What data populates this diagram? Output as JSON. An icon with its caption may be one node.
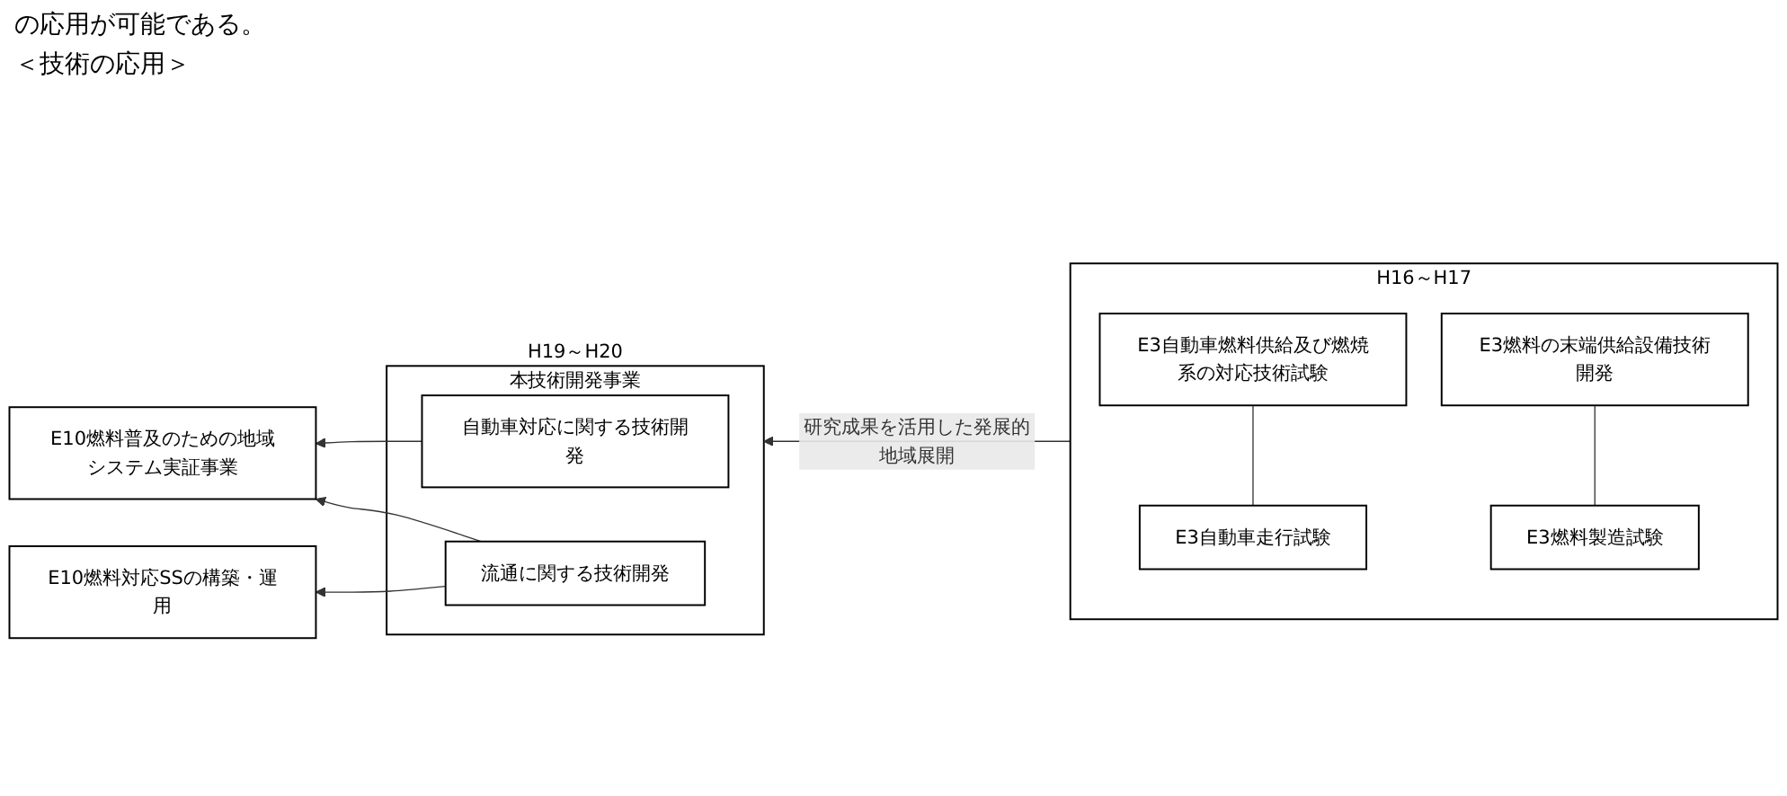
{
  "diagram": {
    "nodes": [
      {
        "text": [
          "E10燃料普及のための地域システム実証事業"
        ]
      },
      {
        "text": [
          "E10燃料対応SSの構築・運用"
        ]
      },
      {
        "text": [
          "H19～H20",
          "本技術開発事業"
        ]
      },
      {
        "text": [
          "自動車対応に関する技術開発"
        ],
        "in": 2
      },
      {
        "text": [
          "流通に関する技術開発"
        ],
        "in": 2
      },
      {
        "text": [
          "H16～H17"
        ]
      },
      {
        "text": [
          "E3自動車燃料供給及び燃焼系の対応技術試験"
        ],
        "in": 5
      },
      {
        "text": [
          "E3自動車走行試験"
        ],
        "in": 5
      },
      {
        "text": [
          "E3燃料の末端供給設備技術開発"
        ],
        "in": 5
      },
      {
        "text": [
          "E3燃料製造試験"
        ],
        "in": 5
      }
    ],
    "edges": [
      {
        "from": 3,
        "to": 0,
        "arrow": "to"
      },
      {
        "from": 4,
        "to": 0,
        "arrow": "to"
      },
      {
        "from": 4,
        "to": 1,
        "arrow": "to"
      },
      {
        "from": 6,
        "to": 7,
        "arrow": "none"
      },
      {
        "from": 8,
        "to": 9,
        "arrow": "none"
      },
      {
        "from": 5,
        "to": 2,
        "arrow": "to",
        "label": "研究成果を活用した発展的地域展開"
      }
    ],
    "labels": [
      "の応用が可能である。",
      "＜技術の応用＞"
    ]
  }
}
